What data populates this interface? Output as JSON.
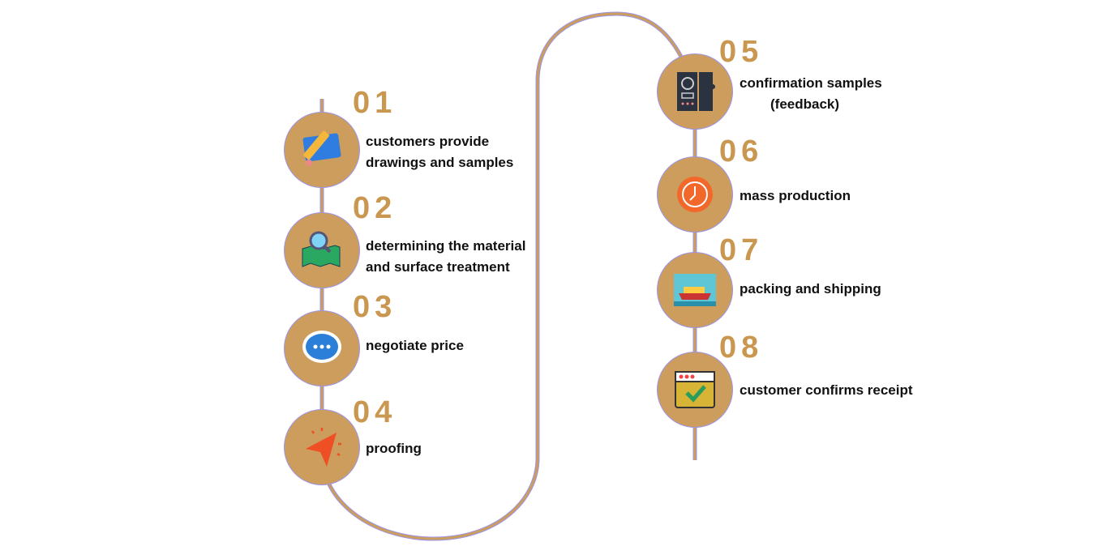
{
  "colors": {
    "accent": "#CC9D5C",
    "outline": "#9b95e8",
    "number": "#C9974F"
  },
  "steps": [
    {
      "number": "01",
      "lines": [
        "customers provide",
        "drawings and samples"
      ],
      "icon": "pencil-blueprint-icon"
    },
    {
      "number": "02",
      "lines": [
        "determining the material",
        "and surface treatment"
      ],
      "icon": "map-magnifier-icon"
    },
    {
      "number": "03",
      "lines": [
        "negotiate price"
      ],
      "icon": "chat-bubble-icon"
    },
    {
      "number": "04",
      "lines": [
        "proofing"
      ],
      "icon": "cursor-arrow-icon"
    },
    {
      "number": "05",
      "lines": [
        "confirmation samples",
        "(feedback)"
      ],
      "icon": "control-panel-icon"
    },
    {
      "number": "06",
      "lines": [
        "mass production"
      ],
      "icon": "clock-cycle-icon"
    },
    {
      "number": "07",
      "lines": [
        "packing and  shipping"
      ],
      "icon": "cargo-ship-icon"
    },
    {
      "number": "08",
      "lines": [
        "customer confirms receipt"
      ],
      "icon": "checked-window-icon"
    }
  ]
}
